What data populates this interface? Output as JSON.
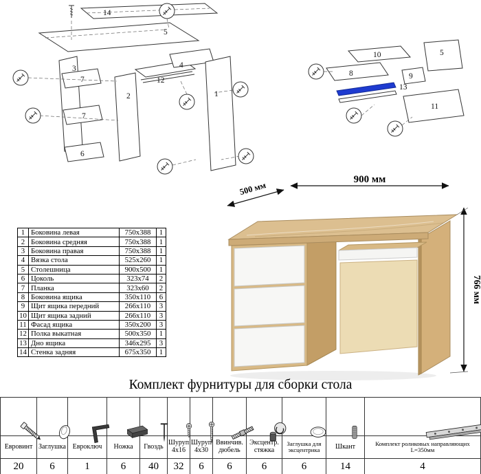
{
  "title": "Комплект фурнитуры для сборки стола",
  "diagrams": {
    "left_labels": [
      "14",
      "5",
      "3",
      "7",
      "7",
      "6",
      "2",
      "12",
      "4",
      "1"
    ],
    "right_labels": [
      "10",
      "5",
      "8",
      "13",
      "9",
      "11"
    ]
  },
  "dimensions": {
    "depth": "500 мм",
    "width": "900 мм",
    "height": "766 мм"
  },
  "parts_table": {
    "rows": [
      {
        "n": "1",
        "name": "Боковина левая",
        "size": "750x388",
        "qty": "1"
      },
      {
        "n": "2",
        "name": "Боковина средняя",
        "size": "750x388",
        "qty": "1"
      },
      {
        "n": "3",
        "name": "Боковина правая",
        "size": "750x388",
        "qty": "1"
      },
      {
        "n": "4",
        "name": "Вязка стола",
        "size": "525x260",
        "qty": "1"
      },
      {
        "n": "5",
        "name": "Столешница",
        "size": "900x500",
        "qty": "1"
      },
      {
        "n": "6",
        "name": "Цоколь",
        "size": "323x74",
        "qty": "2"
      },
      {
        "n": "7",
        "name": "Планка",
        "size": "323x60",
        "qty": "2"
      },
      {
        "n": "8",
        "name": "Боковина ящика",
        "size": "350x110",
        "qty": "6"
      },
      {
        "n": "9",
        "name": "Щит ящика передний",
        "size": "266x110",
        "qty": "3"
      },
      {
        "n": "10",
        "name": "Щит ящика задний",
        "size": "266x110",
        "qty": "3"
      },
      {
        "n": "11",
        "name": "Фасад ящика",
        "size": "350x200",
        "qty": "3"
      },
      {
        "n": "12",
        "name": "Полка выкатная",
        "size": "500x350",
        "qty": "1"
      },
      {
        "n": "13",
        "name": "Дно ящика",
        "size": "346x295",
        "qty": "3"
      },
      {
        "n": "14",
        "name": "Стенка задняя",
        "size": "675x350",
        "qty": "1"
      }
    ]
  },
  "hardware": {
    "items": [
      {
        "icon": "euro-screw-icon",
        "label": "Евровинт",
        "qty": "20"
      },
      {
        "icon": "cap-icon",
        "label": "Заглушка",
        "qty": "6"
      },
      {
        "icon": "hex-key-icon",
        "label": "Евроключ",
        "qty": "1"
      },
      {
        "icon": "leg-icon",
        "label": "Ножка",
        "qty": "6"
      },
      {
        "icon": "nail-icon",
        "label": "Гвоздь",
        "qty": "40"
      },
      {
        "icon": "screw-4x16-icon",
        "label": "Шуруп 4x16",
        "qty": "32"
      },
      {
        "icon": "screw-4x30-icon",
        "label": "Шуруп 4x30",
        "qty": "6"
      },
      {
        "icon": "dowel-screw-icon",
        "label": "Ввинчив. дюбель",
        "qty": "6"
      },
      {
        "icon": "cam-lock-icon",
        "label": "Эксцентр. стяжка",
        "qty": "6"
      },
      {
        "icon": "cap-eccentric-icon",
        "label": "Заглушка для эксцентрика",
        "qty": "6"
      },
      {
        "icon": "dowel-icon",
        "label": "Шкант",
        "qty": "14"
      },
      {
        "icon": "rail-icon",
        "label": "Комплект роликовых направляющих L=350мм",
        "qty": "4"
      }
    ]
  }
}
